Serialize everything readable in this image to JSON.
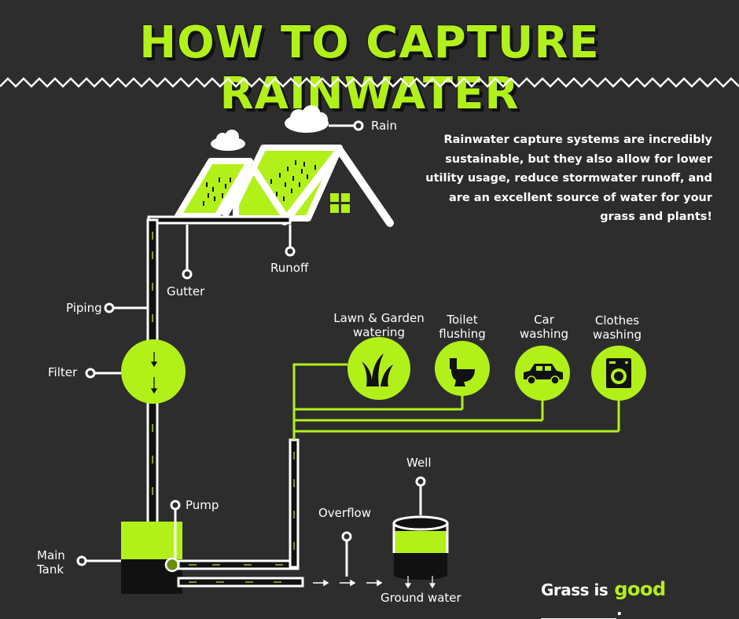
{
  "title": "HOW TO CAPTURE RAINWATER",
  "intro": "Rainwater capture systems are incredibly sustainable, but they also allow for lower utility usage, reduce stormwater runoff, and are an excellent source of water for your grass and plants!",
  "labels": {
    "rain": "Rain",
    "runoff": "Runoff",
    "gutter": "Gutter",
    "piping": "Piping",
    "filter": "Filter",
    "pump": "Pump",
    "main_tank_1": "Main",
    "main_tank_2": "Tank",
    "overflow": "Overflow",
    "well": "Well",
    "ground_water": "Ground water"
  },
  "uses": [
    {
      "line1": "Lawn & Garden",
      "line2": "watering",
      "icon": "grass-icon"
    },
    {
      "line1": "Toilet",
      "line2": "flushing",
      "icon": "toilet-icon"
    },
    {
      "line1": "Car",
      "line2": "washing",
      "icon": "car-icon"
    },
    {
      "line1": "Clothes",
      "line2": "washing",
      "icon": "washing-machine-icon"
    }
  ],
  "brand": {
    "prefix": "Grass is",
    "accent": "good",
    "suffix": "."
  },
  "colors": {
    "background": "#2d2d2d",
    "accent": "#b2f01a",
    "white": "#ffffff",
    "dark": "#111111"
  }
}
